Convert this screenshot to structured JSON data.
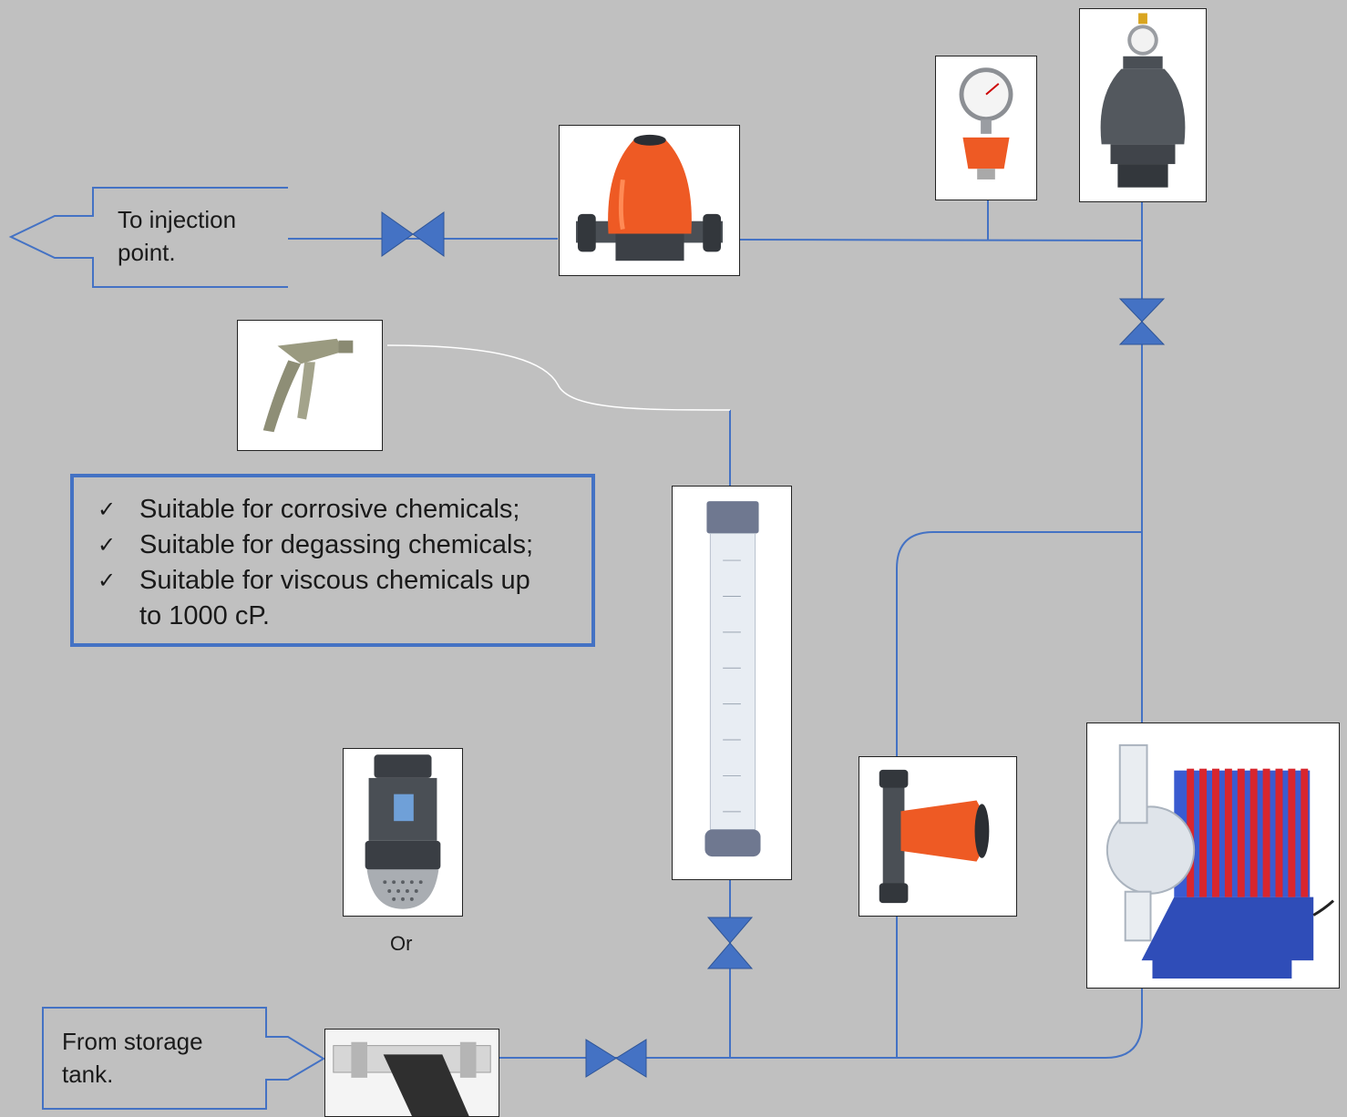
{
  "labels": {
    "to_injection": "To injection\npoint.",
    "from_storage": "From storage\ntank.",
    "or": "Or"
  },
  "features": [
    "Suitable for corrosive chemicals;",
    "Suitable for degassing chemicals;",
    "Suitable for viscous chemicals up to 1000 cP."
  ],
  "check_glyph": "✓",
  "colors": {
    "background": "#c0c0c0",
    "line": "#4472c4",
    "valve": "#4472c4",
    "hose": "#ffffff"
  },
  "components": [
    "back-pressure-valve",
    "pressure-gauge",
    "pulsation-dampener",
    "hand-pump",
    "calibration-column",
    "foot-valve",
    "pressure-relief-valve",
    "metering-pump",
    "y-strainer"
  ]
}
